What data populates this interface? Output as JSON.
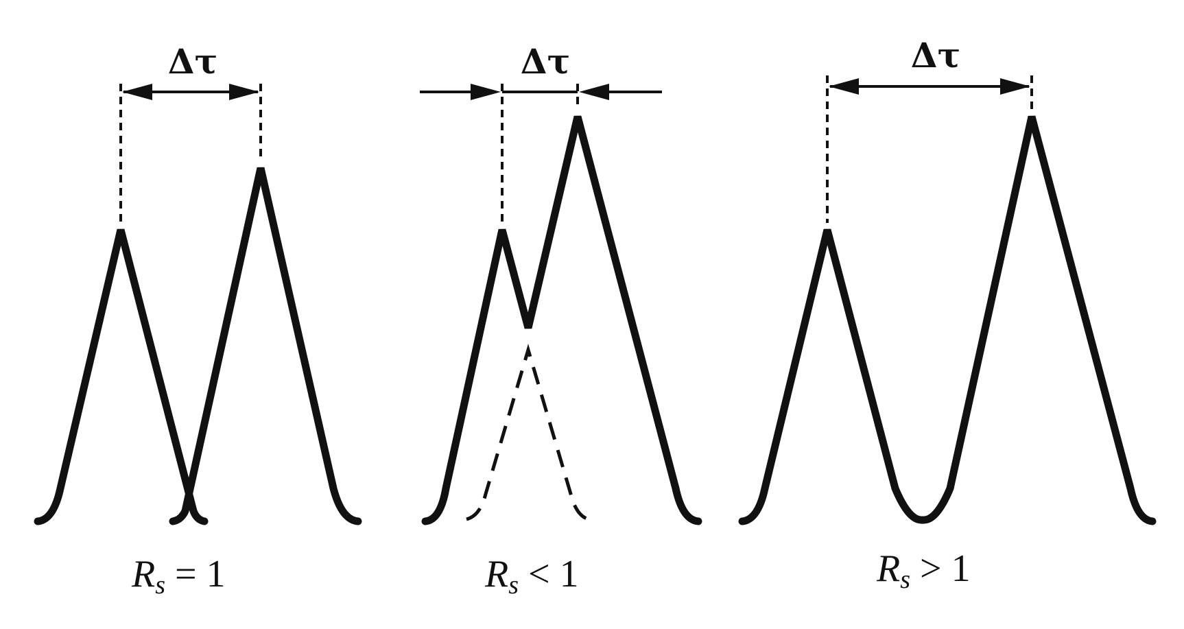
{
  "panels": [
    {
      "id": "equal",
      "delta_label": "Δτ",
      "rs_symbol": "R",
      "rs_subscript": "s",
      "rs_relation": " = 1"
    },
    {
      "id": "less",
      "delta_label": "Δτ",
      "rs_symbol": "R",
      "rs_subscript": "s",
      "rs_relation": " < 1"
    },
    {
      "id": "greater",
      "delta_label": "Δτ",
      "rs_symbol": "R",
      "rs_subscript": "s",
      "rs_relation": " > 1"
    }
  ],
  "colors": {
    "ink": "#111111",
    "background": "#ffffff"
  }
}
